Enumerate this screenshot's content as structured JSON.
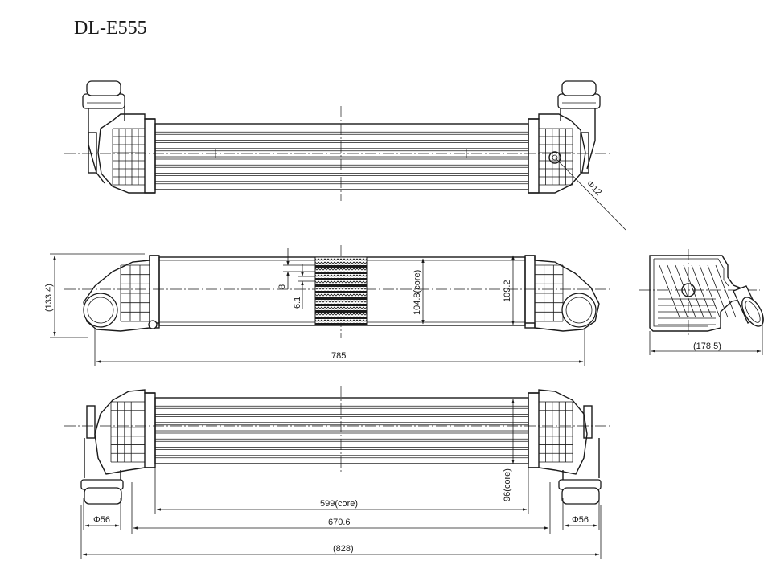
{
  "model_code": "DL-E555",
  "dimensions": {
    "hole_diameter": "Φ12",
    "overall_height": "(133.4)",
    "length_785": "785",
    "fin_pitch": "8",
    "fin_gap": "6.1",
    "core_height": "104.8(core)",
    "tank_height": "109.2",
    "depth": "(178.5)",
    "core_length": "599(core)",
    "core_thickness": "96(core)",
    "left_pipe": "Φ56",
    "right_pipe": "Φ56",
    "pipe_span": "670.6",
    "overall_length": "(828)"
  }
}
